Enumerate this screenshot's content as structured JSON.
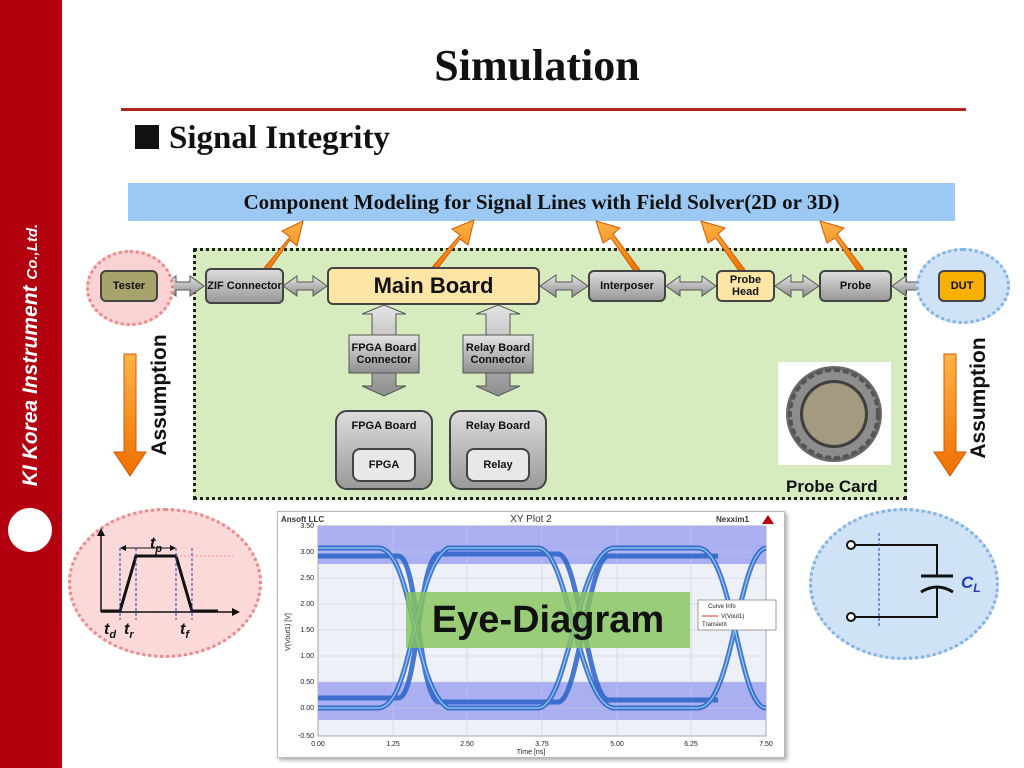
{
  "sidebar": {
    "brand": "KI Korea Instrument",
    "brand_suffix": "Co.,Ltd."
  },
  "slide": {
    "title": "Simulation",
    "section": "Signal Integrity"
  },
  "banner": "Component Modeling for Signal Lines with Field Solver(2D or 3D)",
  "blocks": {
    "tester": "Tester",
    "zif": "ZIF Connector",
    "main_board": "Main Board",
    "interposer": "Interposer",
    "probe_head": "Probe Head",
    "probe": "Probe",
    "dut": "DUT",
    "fpga_connector": "FPGA Board Connector",
    "relay_connector": "Relay Board Connector",
    "fpga_board": "FPGA Board",
    "fpga": "FPGA",
    "relay_board": "Relay Board",
    "relay": "Relay",
    "probe_card": "Probe Card"
  },
  "assumption": {
    "left": "Assumption",
    "right": "Assumption"
  },
  "pulse": {
    "tp": "t",
    "tp_sub": "p",
    "td": "t",
    "td_sub": "d",
    "tr": "t",
    "tr_sub": "r",
    "tf": "t",
    "tf_sub": "f"
  },
  "load": {
    "cap": "C",
    "cap_sub": "L"
  },
  "eye_plot": {
    "vendor": "Ansoft LLC",
    "title": "XY Plot 2",
    "design": "Nexxim1",
    "ylabel": "V(Vout1) [V]",
    "xlabel": "Time [ns]",
    "yticks": [
      "3.50",
      "3.00",
      "2.50",
      "2.00",
      "1.50",
      "1.00",
      "0.50",
      "0.00",
      "-0.50"
    ],
    "xticks": [
      "0.00",
      "1.25",
      "2.50",
      "3.75",
      "5.00",
      "6.25",
      "7.50"
    ],
    "legend_title": "Curve Info",
    "legend_series": "V(Vout1)",
    "legend_sub": "Transient",
    "overlay": "Eye-Diagram"
  },
  "colors": {
    "accent": "#b3000f",
    "banner": "#9cc9f3",
    "probe_card": "#d7ecbe",
    "arrow": "#f07b00",
    "main_board": "#fde5a6"
  }
}
